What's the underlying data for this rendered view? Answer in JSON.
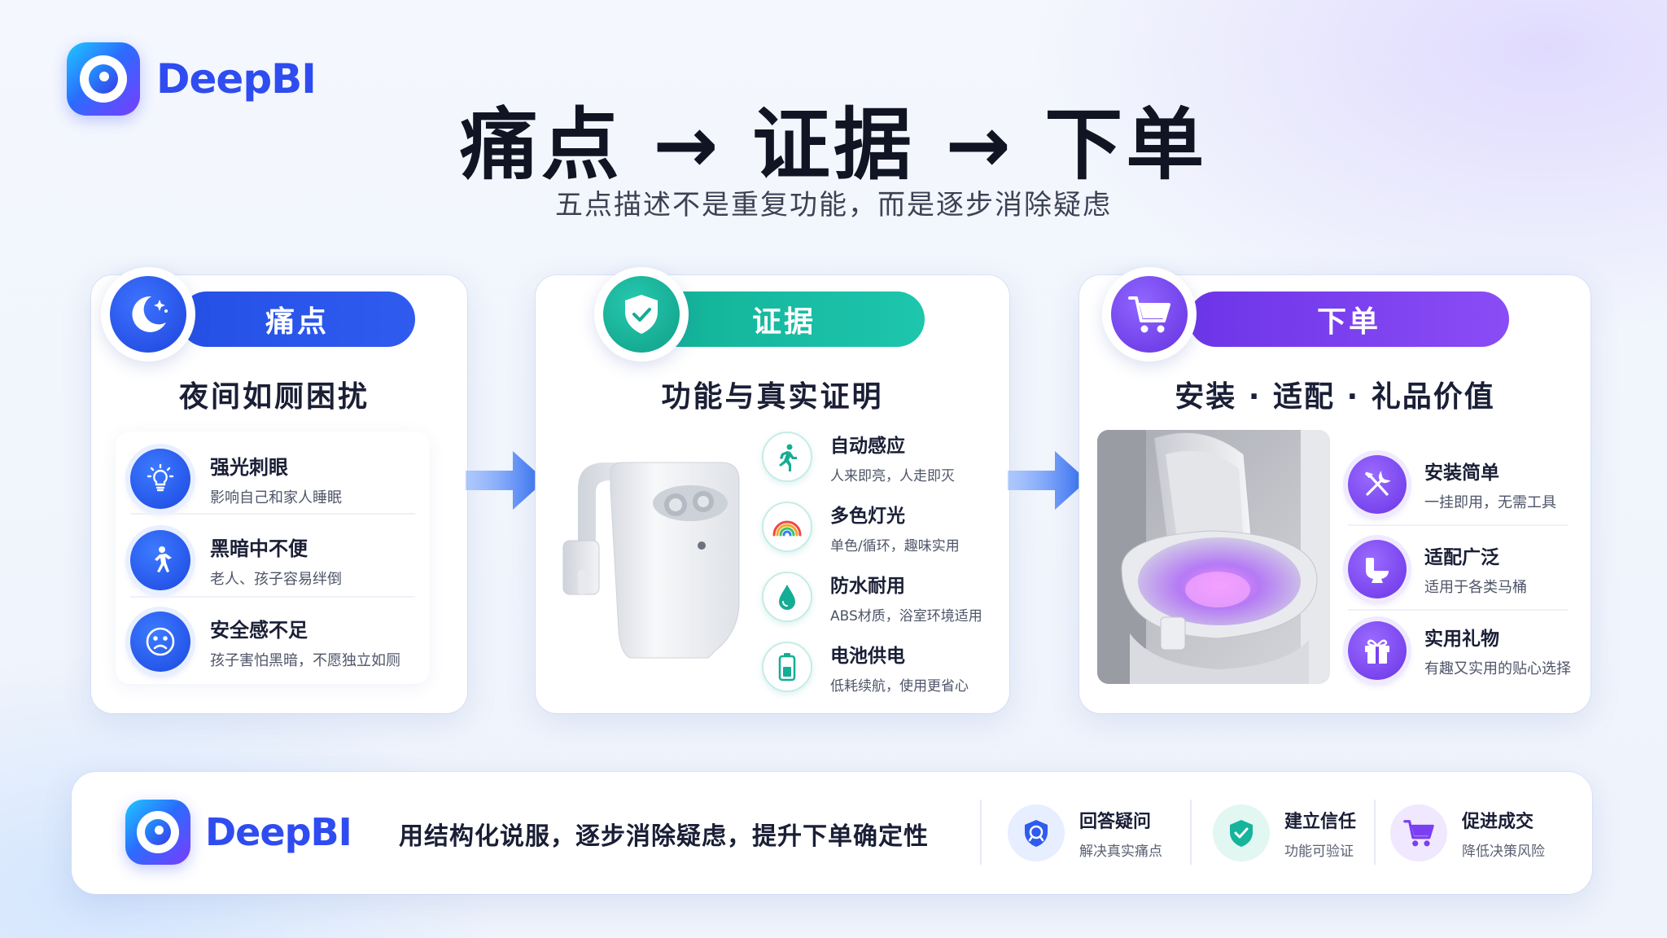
{
  "brand": {
    "name": "DeepBI"
  },
  "header": {
    "title": "痛点 → 证据 → 下单",
    "subtitle": "五点描述不是重复功能，而是逐步消除疑虑"
  },
  "panels": [
    {
      "pill": "痛点",
      "heading": "夜间如厕困扰",
      "icon": "moon-icon",
      "accent": "#2f5bef",
      "items": [
        {
          "icon": "lightbulb-icon",
          "title": "强光刺眼",
          "desc": "影响自己和家人睡眠"
        },
        {
          "icon": "walking-person-icon",
          "title": "黑暗中不便",
          "desc": "老人、孩子容易绊倒"
        },
        {
          "icon": "sad-face-icon",
          "title": "安全感不足",
          "desc": "孩子害怕黑暗，不愿独立如厕"
        }
      ]
    },
    {
      "pill": "证据",
      "heading": "功能与真实证明",
      "icon": "shield-check-icon",
      "accent": "#18b9a0",
      "items": [
        {
          "icon": "running-person-icon",
          "title": "自动感应",
          "desc": "人来即亮，人走即灭"
        },
        {
          "icon": "rainbow-icon",
          "title": "多色灯光",
          "desc": "单色/循环，趣味实用"
        },
        {
          "icon": "water-drop-icon",
          "title": "防水耐用",
          "desc": "ABS材质，浴室环境适用"
        },
        {
          "icon": "battery-icon",
          "title": "电池供电",
          "desc": "低耗续航，使用更省心"
        }
      ]
    },
    {
      "pill": "下单",
      "heading": "安装 · 适配 · 礼品价值",
      "icon": "cart-icon",
      "accent": "#7b3ff0",
      "items": [
        {
          "icon": "tools-icon",
          "title": "安装简单",
          "desc": "一挂即用，无需工具"
        },
        {
          "icon": "toilet-icon",
          "title": "适配广泛",
          "desc": "适用于各类马桶"
        },
        {
          "icon": "gift-icon",
          "title": "实用礼物",
          "desc": "有趣又实用的贴心选择"
        }
      ]
    }
  ],
  "footer": {
    "slogan": "用结构化说服，逐步消除疑虑，提升下单确定性",
    "features": [
      {
        "icon": "question-shield-icon",
        "title": "回答疑问",
        "desc": "解决真实痛点"
      },
      {
        "icon": "check-shield-icon",
        "title": "建立信任",
        "desc": "功能可验证"
      },
      {
        "icon": "cart-icon",
        "title": "促进成交",
        "desc": "降低决策风险"
      }
    ]
  },
  "colors": {
    "blue": "#2f5bef",
    "teal": "#18b9a0",
    "purple": "#7b3ff0",
    "arrow": "#2f6bf0"
  }
}
